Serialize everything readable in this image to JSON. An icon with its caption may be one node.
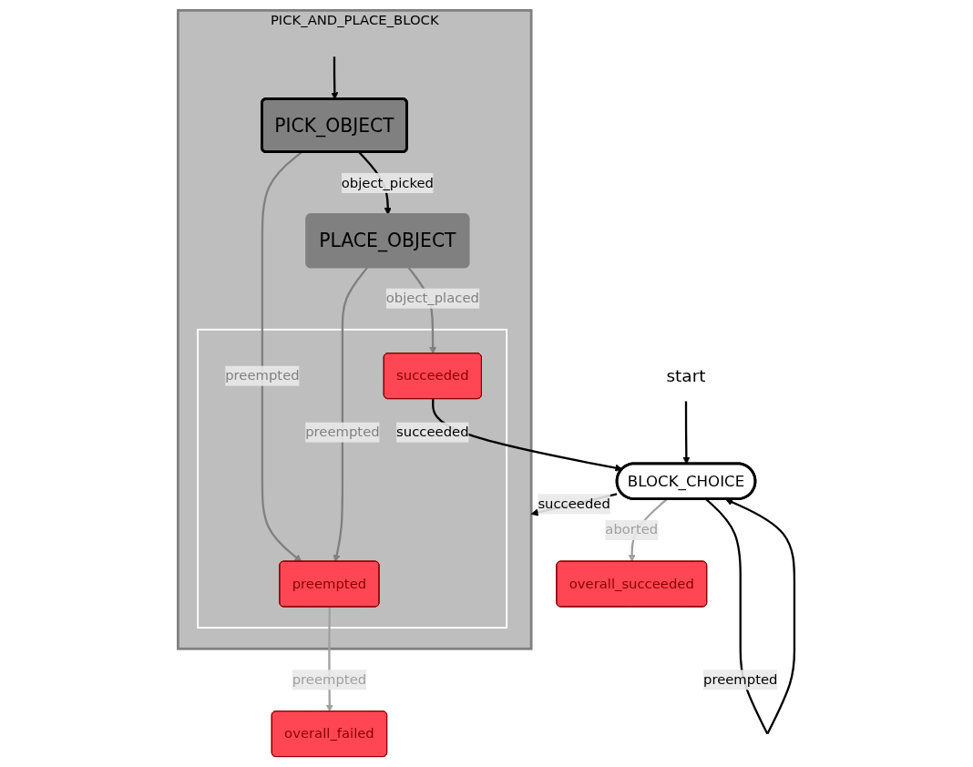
{
  "diagram": {
    "nodes": [
      {
        "text": [
          "start"
        ]
      },
      {
        "text": [
          "PICK_AND_PLACE_BLOCK"
        ]
      },
      {
        "text": [
          "PICK_OBJECT"
        ],
        "in": 1
      },
      {
        "text": [
          "PLACE_OBJECT"
        ],
        "in": 1
      },
      {
        "text": [],
        "shape": "box",
        "in": 1
      },
      {
        "text": [
          "preempted"
        ],
        "in": 4
      },
      {
        "text": [
          "succeeded"
        ],
        "in": 4
      },
      {
        "text": [
          "BLOCK_CHOICE"
        ]
      },
      {
        "text": [
          "overall_succeeded"
        ]
      },
      {
        "text": [
          "overall_failed"
        ]
      }
    ],
    "edges": [
      {
        "from": 0,
        "to": 7,
        "arrow": "to"
      },
      {
        "from": 7,
        "to": 1,
        "label": "succeeded",
        "arrow": "to"
      },
      {
        "from": null,
        "to": 2,
        "arrow": "to"
      },
      {
        "from": 2,
        "to": 3,
        "label": "object_picked",
        "arrow": "to"
      },
      {
        "from": 2,
        "to": 5,
        "label": "preempted",
        "arrow": "to",
        "color": "#808080"
      },
      {
        "from": 3,
        "to": 5,
        "label": "preempted",
        "arrow": "to",
        "color": "#808080"
      },
      {
        "from": 3,
        "to": 6,
        "label": "object_placed",
        "arrow": "to",
        "color": "#808080"
      },
      {
        "from": 6,
        "to": 7,
        "label": "succeeded",
        "arrow": "to"
      },
      {
        "from": 7,
        "to": 7,
        "label": "preempted",
        "arrow": "to"
      },
      {
        "from": 7,
        "to": 8,
        "label": "aborted",
        "arrow": "to",
        "color": "#a0a0a0"
      },
      {
        "from": 5,
        "to": 9,
        "label": "preempted",
        "arrow": "to",
        "color": "#a0a0a0"
      }
    ]
  }
}
